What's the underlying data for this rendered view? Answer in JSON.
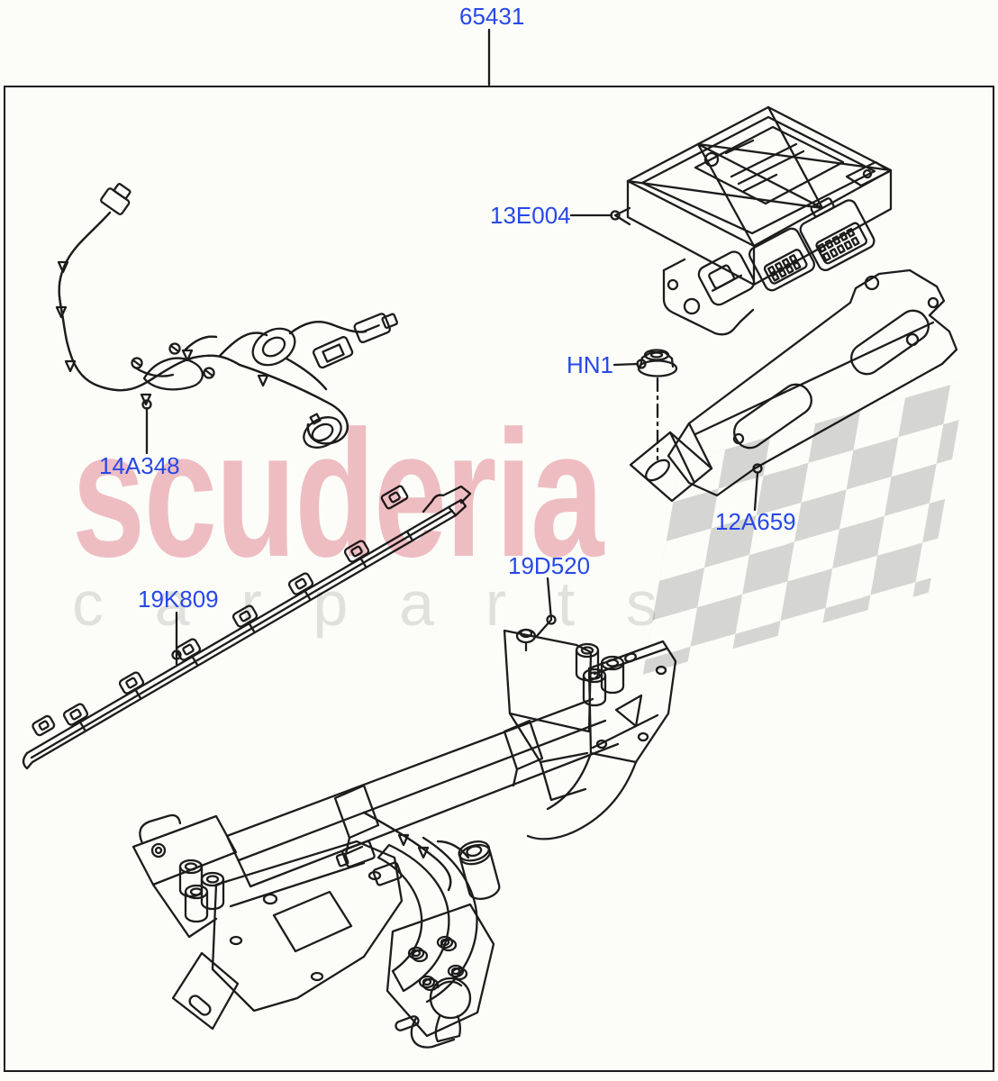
{
  "page": {
    "background": "#fcfdf9",
    "frame_color": "#1c1c1c",
    "line_color": "#1c1c1c",
    "label_color": "#2748e8"
  },
  "part_labels": {
    "assembly": "65431",
    "control_module": "13E004",
    "wiring_harness": "14A348",
    "nut": "HN1",
    "bracket": "12A659",
    "trim_strip": "19K809",
    "tow_bar": "19D520"
  },
  "watermark": {
    "brand": "scuderia",
    "brand_color": "#f1bfc7",
    "tagline": "car parts",
    "tagline_letters": [
      "c",
      "a",
      "r",
      "p",
      "a",
      "r",
      "t",
      "s"
    ],
    "tagline_color": "#e3e3e3",
    "flag_color_dark": "#d8d8d8",
    "flag_color_light": "#ececec"
  }
}
